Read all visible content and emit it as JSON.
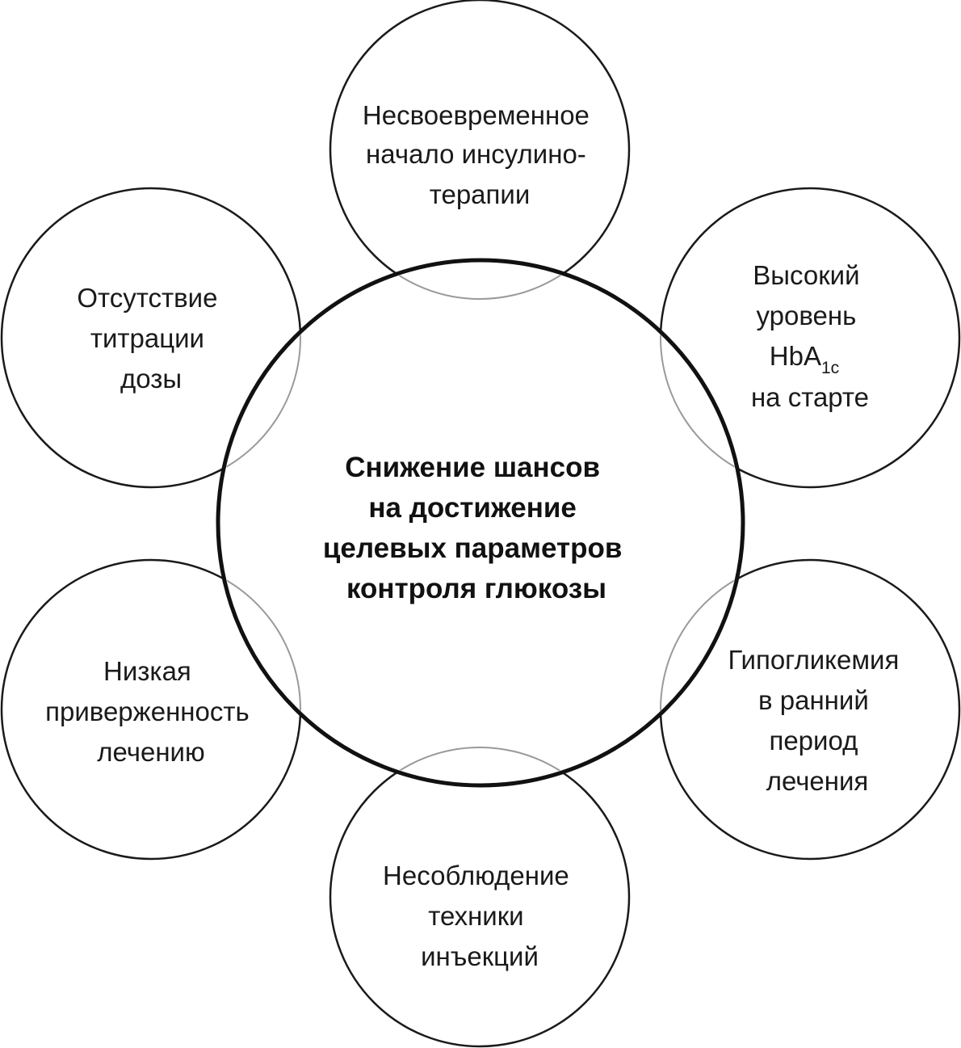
{
  "center": {
    "lines": [
      "Снижение шансов",
      "на достижение",
      "целевых параметров",
      "контроля глюкозы"
    ]
  },
  "satellites": [
    {
      "id": "top",
      "lines": [
        "Несвоевременное",
        "начало инсулино-",
        "терапии"
      ]
    },
    {
      "id": "upper-right",
      "lines": [
        "Высокий",
        "уровень",
        "HbA",
        "на старте"
      ],
      "subscript": "1c"
    },
    {
      "id": "lower-right",
      "lines": [
        "Гипогликемия",
        "в ранний",
        "период",
        "лечения"
      ]
    },
    {
      "id": "bottom",
      "lines": [
        "Несоблюдение",
        "техники",
        "инъекций"
      ]
    },
    {
      "id": "lower-left",
      "lines": [
        "Низкая",
        "приверженность",
        "лечению"
      ]
    },
    {
      "id": "upper-left",
      "lines": [
        "Отсутствие",
        "титрации",
        "дозы"
      ]
    }
  ]
}
